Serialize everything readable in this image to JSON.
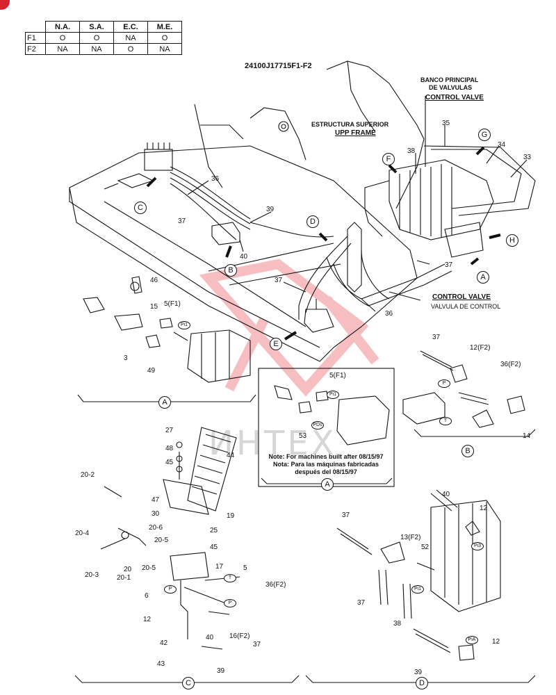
{
  "doc_code": "24100J17715F1-F2",
  "availability": {
    "columns": [
      "N.A.",
      "S.A.",
      "E.C.",
      "M.E."
    ],
    "rows": [
      {
        "label": "F1",
        "values": [
          "O",
          "O",
          "NA",
          "O"
        ]
      },
      {
        "label": "F2",
        "values": [
          "NA",
          "NA",
          "O",
          "NA"
        ]
      }
    ]
  },
  "labels": {
    "banco_es": "BANCO PRINCIPAL",
    "banco_es2": "DE VALVULAS",
    "control_valve_top": "CONTROL VALVE",
    "estructura_es": "ESTRUCTURA SUPERIOR",
    "upp_frame": "UPP FRAME",
    "control_valve_mid": "CONTROL VALVE",
    "valvula_es": "VALVULA DE CONTROL"
  },
  "views": {
    "A": "A",
    "B": "B",
    "C": "C",
    "D": "D",
    "E": "E",
    "F": "F",
    "G": "G",
    "H": "H"
  },
  "ports": {
    "pi1": "Pi1",
    "p": "P",
    "t": "T",
    "pds": "PDs",
    "pi3": "Pi3",
    "pia": "PiA",
    "pi1b": "Pi1",
    "t2": "T",
    "p2": "P",
    "pb": "P"
  },
  "note": {
    "line1": "Note: For machines built after 08/15/97",
    "line2": "Nota: Para las máquinas fabricadas",
    "line3": "después del 08/15/97"
  },
  "part_numbers": {
    "n33": "33",
    "n34": "34",
    "n35": "35",
    "n36": "36",
    "n37": "37",
    "n38": "38",
    "n39": "39",
    "n40": "40",
    "n36b": "36",
    "n37b": "37",
    "n37c": "37",
    "n46": "46",
    "n15": "15",
    "n5f1": "5(F1)",
    "n3": "3",
    "n49": "49",
    "n37d": "37",
    "n12f2": "12(F2)",
    "n36f2": "36(F2)",
    "n14": "14",
    "n5f1b": "5(F1)",
    "n53": "53",
    "n27": "27",
    "n48": "48",
    "n45": "45",
    "n44": "44",
    "n19": "19",
    "n47": "47",
    "n30": "30",
    "n20_2": "20-2",
    "n20_4": "20-4",
    "n20_6": "20-6",
    "n20_5": "20-5",
    "n20_5b": "20-5",
    "n20_3": "20-3",
    "n20": "20",
    "n20_1": "20-1",
    "n25": "25",
    "n45b": "45",
    "n17": "17",
    "n5": "5",
    "n36f2b": "36(F2)",
    "n6": "6",
    "n12": "12",
    "n40b": "40",
    "n16f2": "16(F2)",
    "n37e": "37",
    "n42": "42",
    "n43": "43",
    "n39b": "39",
    "n40c": "40",
    "n12b": "12",
    "n37f": "37",
    "n13f2": "13(F2)",
    "n52": "52",
    "n37g": "37",
    "n38b": "38",
    "n39c": "39",
    "n12c": "12"
  },
  "watermark": "ИНТЕХ",
  "colors": {
    "watermark_red": "#e8474f",
    "badge": "#d9232e"
  }
}
